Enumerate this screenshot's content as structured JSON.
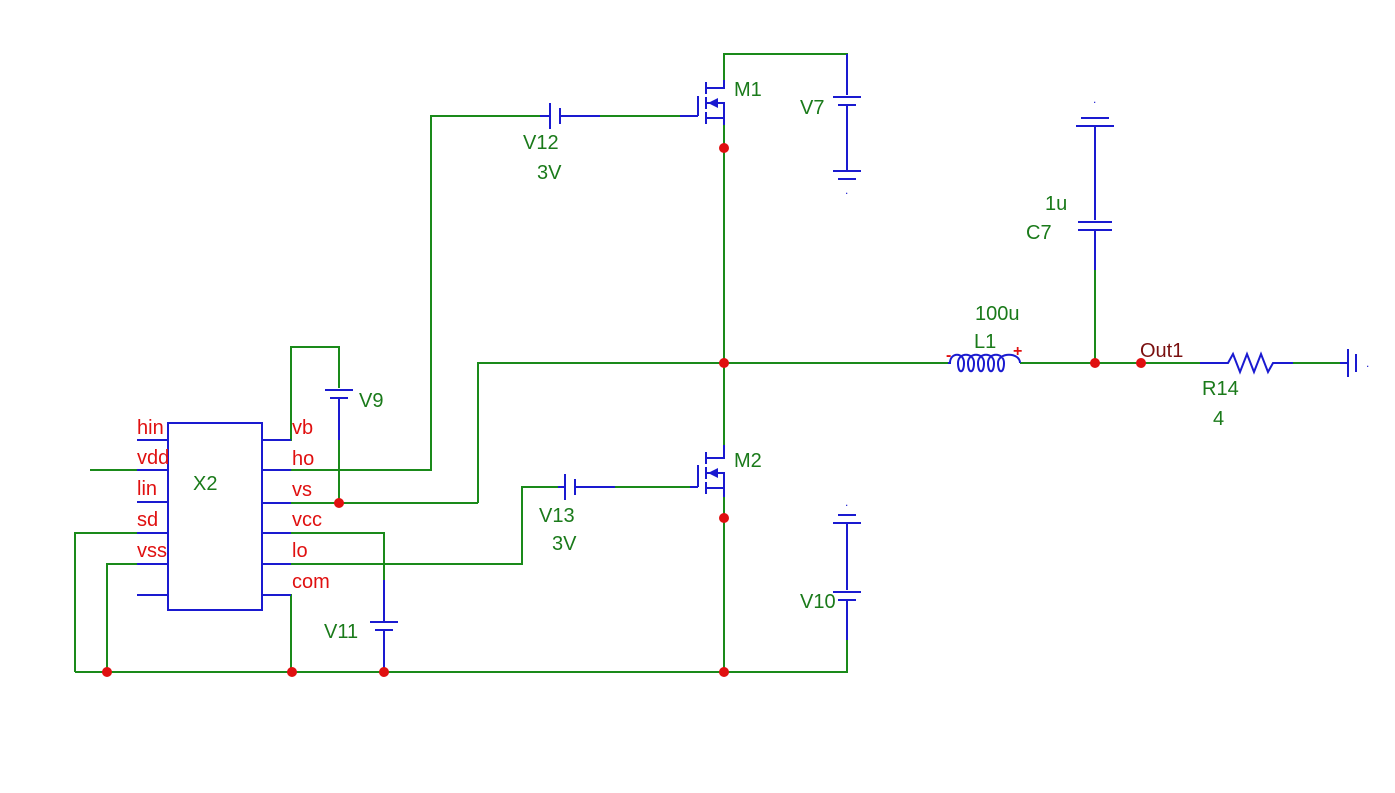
{
  "labels": {
    "m1": "M1",
    "m2": "M2",
    "v7": "V7",
    "v9": "V9",
    "v10": "V10",
    "v11": "V11",
    "v12": "V12",
    "v12_value": "3V",
    "v13": "V13",
    "v13_value": "3V",
    "c7": "C7",
    "c7_value": "1u",
    "l1": "L1",
    "l1_value": "100u",
    "l1_minus": "-",
    "l1_plus": "+",
    "r14": "R14",
    "r14_value": "4",
    "x2": "X2",
    "out1": "Out1"
  },
  "x2_pins_left": [
    "hin",
    "vdd",
    "lin",
    "sd",
    "vss"
  ],
  "x2_pins_right": [
    "vb",
    "ho",
    "vs",
    "vcc",
    "lo",
    "com"
  ],
  "colors": {
    "wire": "#1a8a1a",
    "component": "#1a1ad0",
    "node": "#e01010",
    "pin_label": "#e01010",
    "net_label": "#7a1010",
    "component_label": "#1a7a1a"
  }
}
